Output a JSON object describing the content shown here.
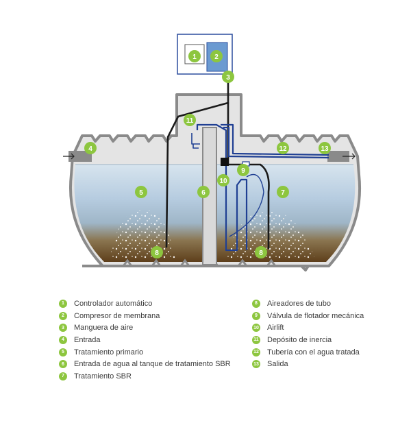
{
  "legend": [
    {
      "num": "1",
      "label": "Controlador automático"
    },
    {
      "num": "2",
      "label": "Compresor de membrana"
    },
    {
      "num": "3",
      "label": "Manguera de aire"
    },
    {
      "num": "4",
      "label": "Entrada"
    },
    {
      "num": "5",
      "label": "Tratamiento primario"
    },
    {
      "num": "6",
      "label": "Entrada de agua al tanque de tratamiento SBR"
    },
    {
      "num": "7",
      "label": "Tratamiento SBR"
    },
    {
      "num": "8",
      "label": "Aireadores de tubo"
    },
    {
      "num": "9",
      "label": "Válvula de flotador mecánica"
    },
    {
      "num": "10",
      "label": "Airlift"
    },
    {
      "num": "11",
      "label": "Depósito de inercia"
    },
    {
      "num": "12",
      "label": "Tubería con el agua tratada"
    },
    {
      "num": "13",
      "label": "Salida"
    }
  ],
  "colors": {
    "badge": "#8dc63f",
    "tank_wall": "#8a8a8a",
    "water": "#b9cfe0",
    "sludge": "#6b4a22",
    "pipe_blue": "#1f3f93",
    "hose_dark": "#1a1a1a"
  }
}
